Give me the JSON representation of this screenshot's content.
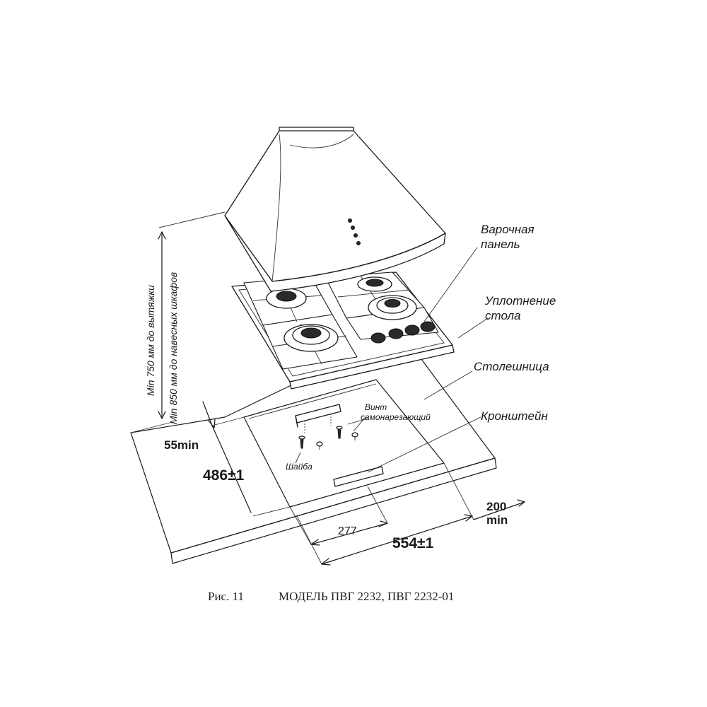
{
  "labels": {
    "cooktop_line1": "Варочная",
    "cooktop_line2": "панель",
    "seal_line1": "Уплотнение",
    "seal_line2": "стола",
    "countertop": "Столешница",
    "bracket": "Кронштейн",
    "screw_line1": "Винт",
    "screw_line2": "самонарезающий",
    "washer": "Шайба",
    "hood_clearance": "Min 750 мм до вытяжки",
    "cabinet_clearance": "Min 850 мм до навесных шкафов"
  },
  "dimensions": {
    "front_gap": "55min",
    "depth": "486±1",
    "back_gap_value": "200",
    "back_gap_unit": "min",
    "bracket_spacing": "277",
    "width": "554±1"
  },
  "caption": {
    "figure": "Рис. 11",
    "model": "МОДЕЛЬ ПВГ 2232, ПВГ 2232-01"
  }
}
